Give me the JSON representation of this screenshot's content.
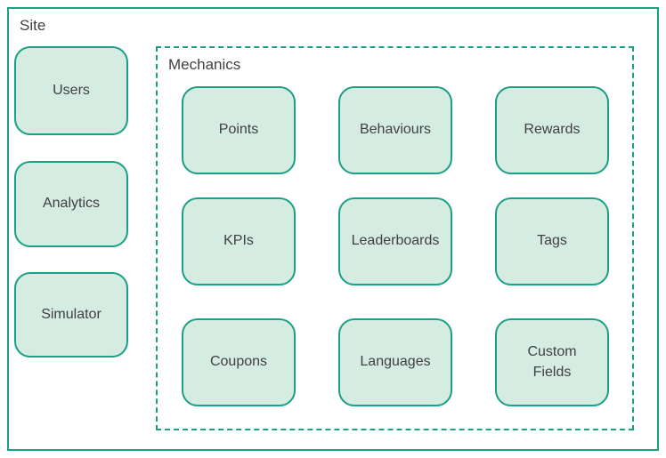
{
  "diagram": {
    "colors": {
      "stroke": "#1aa085",
      "fill": "#d5ece3",
      "text": "#404040",
      "bg": "#ffffff"
    },
    "site": {
      "label": "Site",
      "children": [
        {
          "id": "users",
          "label": "Users"
        },
        {
          "id": "analytics",
          "label": "Analytics"
        },
        {
          "id": "simulator",
          "label": "Simulator"
        }
      ]
    },
    "mechanics": {
      "label": "Mechanics",
      "children": [
        {
          "id": "points",
          "label": "Points"
        },
        {
          "id": "behaviours",
          "label": "Behaviours"
        },
        {
          "id": "rewards",
          "label": "Rewards"
        },
        {
          "id": "kpis",
          "label": "KPIs"
        },
        {
          "id": "leaderboards",
          "label": "Leaderboards"
        },
        {
          "id": "tags",
          "label": "Tags"
        },
        {
          "id": "coupons",
          "label": "Coupons"
        },
        {
          "id": "languages",
          "label": "Languages"
        },
        {
          "id": "custom-fields",
          "label": "Custom Fields"
        }
      ]
    }
  }
}
